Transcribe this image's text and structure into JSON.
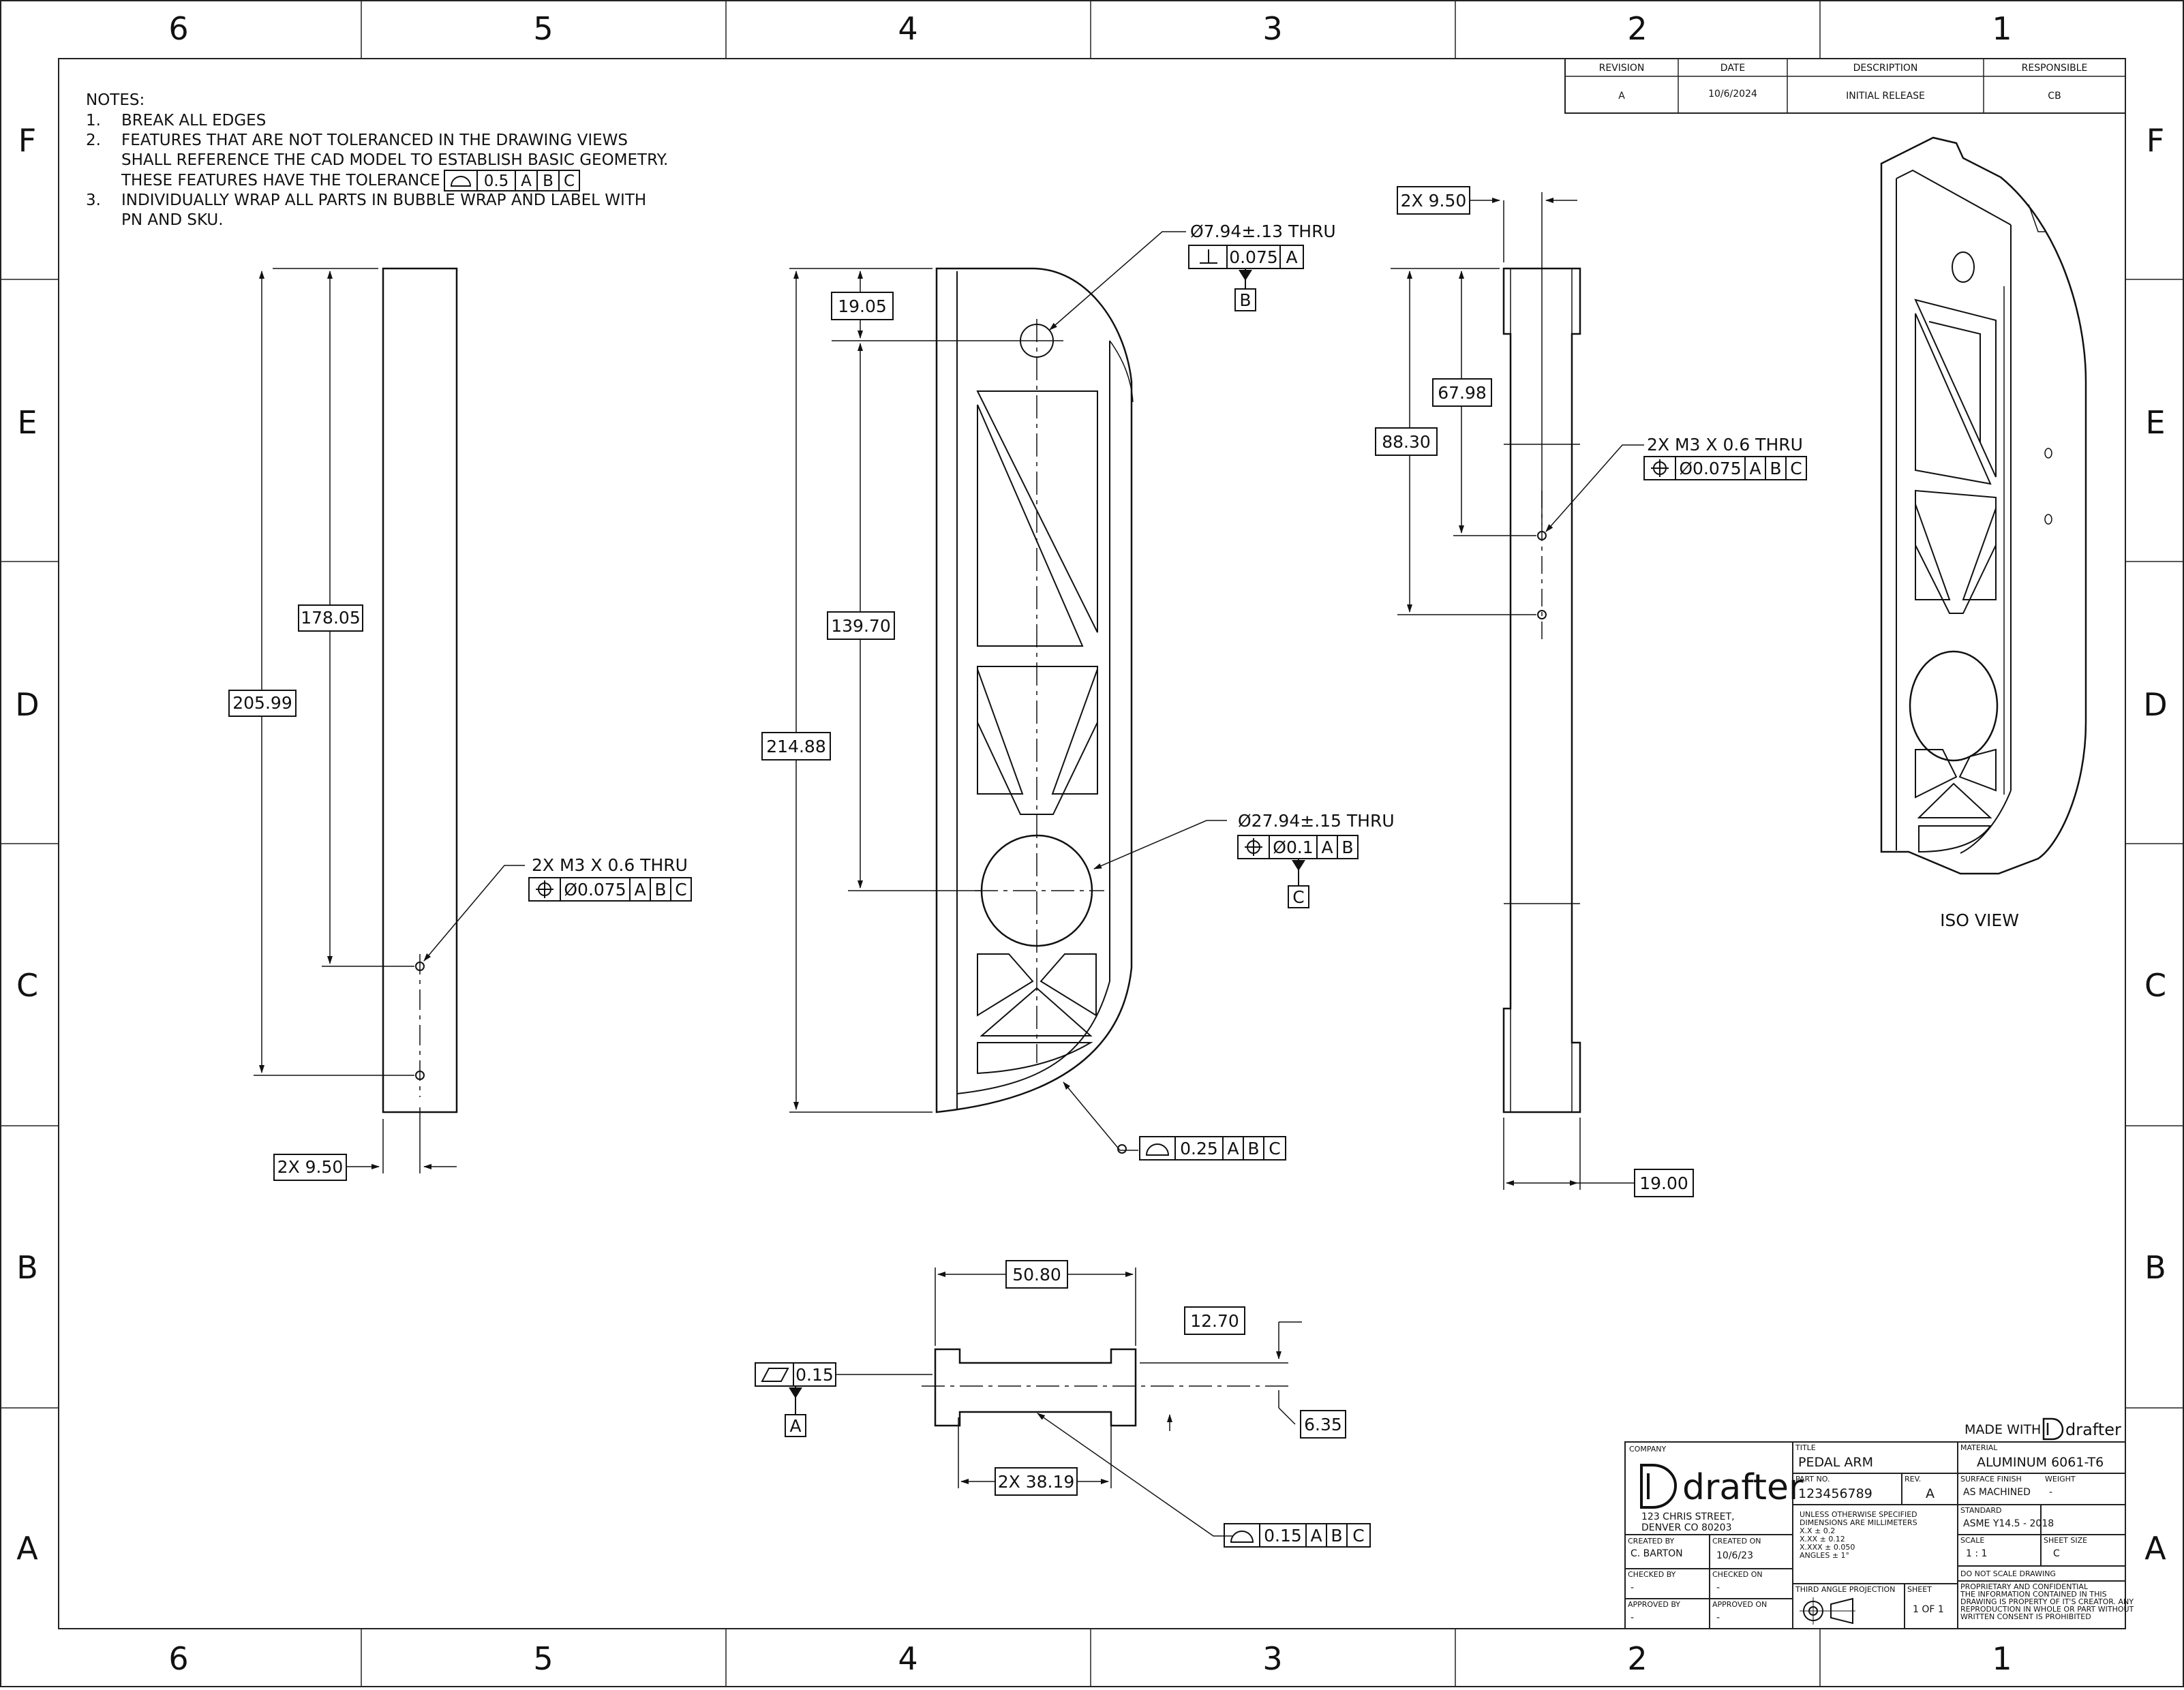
{
  "zones": {
    "columns": [
      "6",
      "5",
      "4",
      "3",
      "2",
      "1"
    ],
    "rows": [
      "F",
      "E",
      "D",
      "C",
      "B",
      "A"
    ]
  },
  "notes": {
    "heading": "NOTES:",
    "items": [
      {
        "num": "1.",
        "lines": [
          "BREAK ALL EDGES"
        ]
      },
      {
        "num": "2.",
        "lines": [
          "FEATURES THAT ARE NOT TOLERANCED IN THE DRAWING VIEWS",
          "SHALL REFERENCE THE CAD MODEL TO ESTABLISH BASIC GEOMETRY.",
          "THESE FEATURES HAVE THE TOLERANCE"
        ]
      },
      {
        "num": "3.",
        "lines": [
          "INDIVIDUALLY WRAP ALL PARTS IN BUBBLE WRAP AND LABEL WITH",
          "PN AND SKU."
        ]
      }
    ],
    "tolerance_fcf": [
      "0.5",
      "A",
      "B",
      "C"
    ]
  },
  "revision_table": {
    "headers": [
      "REVISION",
      "DATE",
      "DESCRIPTION",
      "RESPONSIBLE"
    ],
    "row": [
      "A",
      "10/6/2024",
      "INITIAL RELEASE",
      "CB"
    ]
  },
  "left_view": {
    "dims": {
      "d1": "178.05",
      "d2": "205.99",
      "d3": "2X 9.50"
    },
    "hole_callout": "2X M3 X 0.6 THRU",
    "hole_fcf": [
      "Ø0.075",
      "A",
      "B",
      "C"
    ]
  },
  "front_view": {
    "dims": {
      "d1": "19.05",
      "d2": "139.70",
      "d3": "214.88"
    },
    "top_hole": {
      "callout": "Ø7.94±.13 THRU",
      "fcf": [
        "0.075",
        "A"
      ],
      "datum": "B"
    },
    "big_hole": {
      "callout": "Ø27.94±.15 THRU",
      "fcf": [
        "Ø0.1",
        "A",
        "B"
      ],
      "datum": "C"
    },
    "profile_fcf": [
      "0.25",
      "A",
      "B",
      "C"
    ]
  },
  "right_view": {
    "dims": {
      "d1": "2X 9.50",
      "d2": "67.98",
      "d3": "88.30",
      "d4": "19.00"
    },
    "hole_callout": "2X M3 X 0.6 THRU",
    "hole_fcf": [
      "Ø0.075",
      "A",
      "B",
      "C"
    ]
  },
  "bottom_view": {
    "dims": {
      "d1": "50.80",
      "d2": "12.70",
      "d3": "6.35",
      "d4": "2X 38.19"
    },
    "flatness_fcf": [
      "0.15"
    ],
    "datum": "A",
    "profile_fcf": [
      "0.15",
      "A",
      "B",
      "C"
    ]
  },
  "iso_view": {
    "label": "ISO VIEW"
  },
  "title_block": {
    "made_with": "MADE WITH",
    "brand": "drafter",
    "company_label": "COMPANY",
    "company_name": "drafter",
    "address": [
      "123 CHRIS STREET,",
      "DENVER CO 80203"
    ],
    "title_label": "TITLE",
    "title": "PEDAL ARM",
    "part_no_label": "PART NO.",
    "part_no": "123456789",
    "rev_label": "REV.",
    "rev": "A",
    "material_label": "MATERIAL",
    "material": "ALUMINUM 6061-T6",
    "surface_label": "SURFACE FINISH",
    "surface": "AS MACHINED",
    "weight_label": "WEIGHT",
    "weight": "-",
    "tolerances": [
      "UNLESS OTHERWISE SPECIFIED",
      "DIMENSIONS ARE MILLIMETERS",
      "X.X ± 0.2",
      "X.XX ± 0.12",
      "X.XXX ± 0.050",
      "ANGLES ± 1°"
    ],
    "standard_label": "STANDARD",
    "standard": "ASME Y14.5 - 2018",
    "scale_label": "SCALE",
    "scale": "1 : 1",
    "sheet_size_label": "SHEET SIZE",
    "sheet_size": "C",
    "do_not_scale": "DO NOT SCALE DRAWING",
    "created_by_label": "CREATED BY",
    "created_by": "C. BARTON",
    "created_on_label": "CREATED ON",
    "created_on": "10/6/23",
    "checked_by_label": "CHECKED BY",
    "checked_by": "-",
    "checked_on_label": "CHECKED ON",
    "checked_on": "-",
    "approved_by_label": "APPROVED BY",
    "approved_by": "-",
    "approved_on_label": "APPROVED ON",
    "approved_on": "-",
    "projection_label": "THIRD ANGLE PROJECTION",
    "sheet_label": "SHEET",
    "sheet": "1 OF 1",
    "proprietary": [
      "PROPRIETARY AND CONFIDENTIAL",
      "THE INFORMATION CONTAINED IN THIS",
      "DRAWING IS PROPERTY OF IT'S CREATOR. ANY",
      "REPRODUCTION IN WHOLE OR PART WITHOUT",
      "WRITTEN CONSENT IS PROHIBITED"
    ]
  }
}
